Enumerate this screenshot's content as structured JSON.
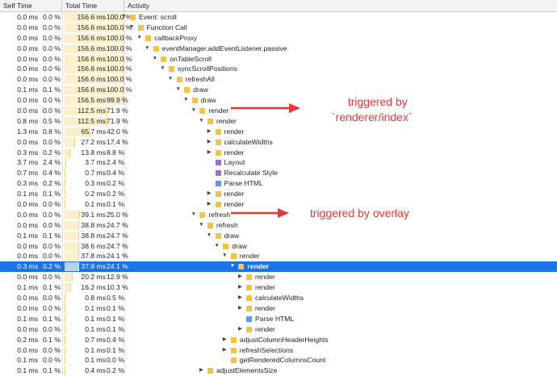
{
  "columns": {
    "self_time": "Self Time",
    "total_time": "Total Time",
    "activity": "Activity"
  },
  "colors": {
    "script": "#f5c242",
    "rendering": "#9b6ce0",
    "parse": "#5b9bea",
    "selected": "#1a73e8",
    "annotation": "#e53935"
  },
  "rows": [
    {
      "self_ms": "0.0 ms",
      "self_pct": "0.0 %",
      "total_ms": "156.6 ms",
      "total_pct": "100.0 %",
      "bar": 1.0,
      "depth": 0,
      "expand": "open",
      "color": "script",
      "name": "Event: scroll"
    },
    {
      "self_ms": "0.0 ms",
      "self_pct": "0.0 %",
      "total_ms": "156.6 ms",
      "total_pct": "100.0 %",
      "bar": 1.0,
      "depth": 1,
      "expand": "open",
      "color": "script",
      "name": "Function Call"
    },
    {
      "self_ms": "0.0 ms",
      "self_pct": "0.0 %",
      "total_ms": "156.6 ms",
      "total_pct": "100.0 %",
      "bar": 1.0,
      "depth": 2,
      "expand": "open",
      "color": "script",
      "name": "callbackProxy"
    },
    {
      "self_ms": "0.0 ms",
      "self_pct": "0.0 %",
      "total_ms": "156.6 ms",
      "total_pct": "100.0 %",
      "bar": 1.0,
      "depth": 3,
      "expand": "open",
      "color": "script",
      "name": "eventManager.addEventListener.passive"
    },
    {
      "self_ms": "0.0 ms",
      "self_pct": "0.0 %",
      "total_ms": "156.6 ms",
      "total_pct": "100.0 %",
      "bar": 1.0,
      "depth": 4,
      "expand": "open",
      "color": "script",
      "name": "onTableScroll"
    },
    {
      "self_ms": "0.0 ms",
      "self_pct": "0.0 %",
      "total_ms": "156.6 ms",
      "total_pct": "100.0 %",
      "bar": 1.0,
      "depth": 5,
      "expand": "open",
      "color": "script",
      "name": "syncScrollPositions"
    },
    {
      "self_ms": "0.0 ms",
      "self_pct": "0.0 %",
      "total_ms": "156.6 ms",
      "total_pct": "100.0 %",
      "bar": 1.0,
      "depth": 6,
      "expand": "open",
      "color": "script",
      "name": "refreshAll"
    },
    {
      "self_ms": "0.1 ms",
      "self_pct": "0.1 %",
      "total_ms": "156.6 ms",
      "total_pct": "100.0 %",
      "bar": 1.0,
      "depth": 7,
      "expand": "open",
      "color": "script",
      "name": "draw"
    },
    {
      "self_ms": "0.0 ms",
      "self_pct": "0.0 %",
      "total_ms": "156.5 ms",
      "total_pct": "99.9 %",
      "bar": 0.999,
      "depth": 8,
      "expand": "open",
      "color": "script",
      "name": "draw"
    },
    {
      "self_ms": "0.0 ms",
      "self_pct": "0.0 %",
      "total_ms": "112.5 ms",
      "total_pct": "71.9 %",
      "bar": 0.719,
      "depth": 9,
      "expand": "open",
      "color": "script",
      "name": "render"
    },
    {
      "self_ms": "0.8 ms",
      "self_pct": "0.5 %",
      "total_ms": "112.5 ms",
      "total_pct": "71.9 %",
      "bar": 0.719,
      "depth": 10,
      "expand": "open",
      "color": "script",
      "name": "render"
    },
    {
      "self_ms": "1.3 ms",
      "self_pct": "0.8 %",
      "total_ms": "65.7 ms",
      "total_pct": "42.0 %",
      "bar": 0.42,
      "depth": 11,
      "expand": "closed",
      "color": "script",
      "name": "render"
    },
    {
      "self_ms": "0.0 ms",
      "self_pct": "0.0 %",
      "total_ms": "27.2 ms",
      "total_pct": "17.4 %",
      "bar": 0.174,
      "depth": 11,
      "expand": "closed",
      "color": "script",
      "name": "calculateWidths"
    },
    {
      "self_ms": "0.3 ms",
      "self_pct": "0.2 %",
      "total_ms": "13.8 ms",
      "total_pct": "8.8 %",
      "bar": 0.088,
      "depth": 11,
      "expand": "closed",
      "color": "script",
      "name": "render"
    },
    {
      "self_ms": "3.7 ms",
      "self_pct": "2.4 %",
      "total_ms": "3.7 ms",
      "total_pct": "2.4 %",
      "bar": 0.024,
      "depth": 11,
      "expand": "none",
      "color": "rendering",
      "name": "Layout"
    },
    {
      "self_ms": "0.7 ms",
      "self_pct": "0.4 %",
      "total_ms": "0.7 ms",
      "total_pct": "0.4 %",
      "bar": 0.004,
      "depth": 11,
      "expand": "none",
      "color": "rendering",
      "name": "Recalculate Style"
    },
    {
      "self_ms": "0.3 ms",
      "self_pct": "0.2 %",
      "total_ms": "0.3 ms",
      "total_pct": "0.2 %",
      "bar": 0.002,
      "depth": 11,
      "expand": "none",
      "color": "parse",
      "name": "Parse HTML"
    },
    {
      "self_ms": "0.1 ms",
      "self_pct": "0.1 %",
      "total_ms": "0.2 ms",
      "total_pct": "0.2 %",
      "bar": 0.002,
      "depth": 11,
      "expand": "closed",
      "color": "script",
      "name": "render"
    },
    {
      "self_ms": "0.0 ms",
      "self_pct": "0.0 %",
      "total_ms": "0.1 ms",
      "total_pct": "0.1 %",
      "bar": 0.001,
      "depth": 11,
      "expand": "closed",
      "color": "script",
      "name": "render"
    },
    {
      "self_ms": "0.0 ms",
      "self_pct": "0.0 %",
      "total_ms": "39.1 ms",
      "total_pct": "25.0 %",
      "bar": 0.25,
      "depth": 9,
      "expand": "open",
      "color": "script",
      "name": "refresh"
    },
    {
      "self_ms": "0.0 ms",
      "self_pct": "0.0 %",
      "total_ms": "38.8 ms",
      "total_pct": "24.7 %",
      "bar": 0.247,
      "depth": 10,
      "expand": "open",
      "color": "script",
      "name": "refresh"
    },
    {
      "self_ms": "0.1 ms",
      "self_pct": "0.1 %",
      "total_ms": "38.8 ms",
      "total_pct": "24.7 %",
      "bar": 0.247,
      "depth": 11,
      "expand": "open",
      "color": "script",
      "name": "draw"
    },
    {
      "self_ms": "0.0 ms",
      "self_pct": "0.0 %",
      "total_ms": "38.6 ms",
      "total_pct": "24.7 %",
      "bar": 0.247,
      "depth": 12,
      "expand": "open",
      "color": "script",
      "name": "draw"
    },
    {
      "self_ms": "0.0 ms",
      "self_pct": "0.0 %",
      "total_ms": "37.8 ms",
      "total_pct": "24.1 %",
      "bar": 0.241,
      "depth": 13,
      "expand": "open",
      "color": "script",
      "name": "render"
    },
    {
      "self_ms": "0.3 ms",
      "self_pct": "0.2 %",
      "total_ms": "37.8 ms",
      "total_pct": "24.1 %",
      "bar": 0.241,
      "depth": 14,
      "expand": "open",
      "color": "script",
      "name": "render",
      "selected": true
    },
    {
      "self_ms": "0.0 ms",
      "self_pct": "0.0 %",
      "total_ms": "20.2 ms",
      "total_pct": "12.9 %",
      "bar": 0.129,
      "depth": 15,
      "expand": "closed",
      "color": "script",
      "name": "render"
    },
    {
      "self_ms": "0.1 ms",
      "self_pct": "0.1 %",
      "total_ms": "16.2 ms",
      "total_pct": "10.3 %",
      "bar": 0.103,
      "depth": 15,
      "expand": "closed",
      "color": "script",
      "name": "render"
    },
    {
      "self_ms": "0.0 ms",
      "self_pct": "0.0 %",
      "total_ms": "0.8 ms",
      "total_pct": "0.5 %",
      "bar": 0.005,
      "depth": 15,
      "expand": "closed",
      "color": "script",
      "name": "calculateWidths"
    },
    {
      "self_ms": "0.0 ms",
      "self_pct": "0.0 %",
      "total_ms": "0.1 ms",
      "total_pct": "0.1 %",
      "bar": 0.001,
      "depth": 15,
      "expand": "closed",
      "color": "script",
      "name": "render"
    },
    {
      "self_ms": "0.1 ms",
      "self_pct": "0.1 %",
      "total_ms": "0.1 ms",
      "total_pct": "0.1 %",
      "bar": 0.001,
      "depth": 15,
      "expand": "none",
      "color": "parse",
      "name": "Parse HTML"
    },
    {
      "self_ms": "0.0 ms",
      "self_pct": "0.0 %",
      "total_ms": "0.1 ms",
      "total_pct": "0.1 %",
      "bar": 0.001,
      "depth": 15,
      "expand": "closed",
      "color": "script",
      "name": "render"
    },
    {
      "self_ms": "0.2 ms",
      "self_pct": "0.1 %",
      "total_ms": "0.7 ms",
      "total_pct": "0.4 %",
      "bar": 0.004,
      "depth": 13,
      "expand": "closed",
      "color": "script",
      "name": "adjustColumnHeaderHeights"
    },
    {
      "self_ms": "0.0 ms",
      "self_pct": "0.0 %",
      "total_ms": "0.1 ms",
      "total_pct": "0.1 %",
      "bar": 0.001,
      "depth": 13,
      "expand": "closed",
      "color": "script",
      "name": "refreshSelections"
    },
    {
      "self_ms": "0.1 ms",
      "self_pct": "0.0 %",
      "total_ms": "0.1 ms",
      "total_pct": "0.0 %",
      "bar": 0.0,
      "depth": 13,
      "expand": "none",
      "color": "script",
      "name": "getRenderedColumnsCount"
    },
    {
      "self_ms": "0.1 ms",
      "self_pct": "0.1 %",
      "total_ms": "0.4 ms",
      "total_pct": "0.2 %",
      "bar": 0.002,
      "depth": 10,
      "expand": "closed",
      "color": "script",
      "name": "adjustElementsSize"
    }
  ],
  "annotations": [
    {
      "lines": [
        "triggered by",
        "`renderer/index`"
      ]
    },
    {
      "lines": [
        "triggered by overlay"
      ]
    }
  ]
}
